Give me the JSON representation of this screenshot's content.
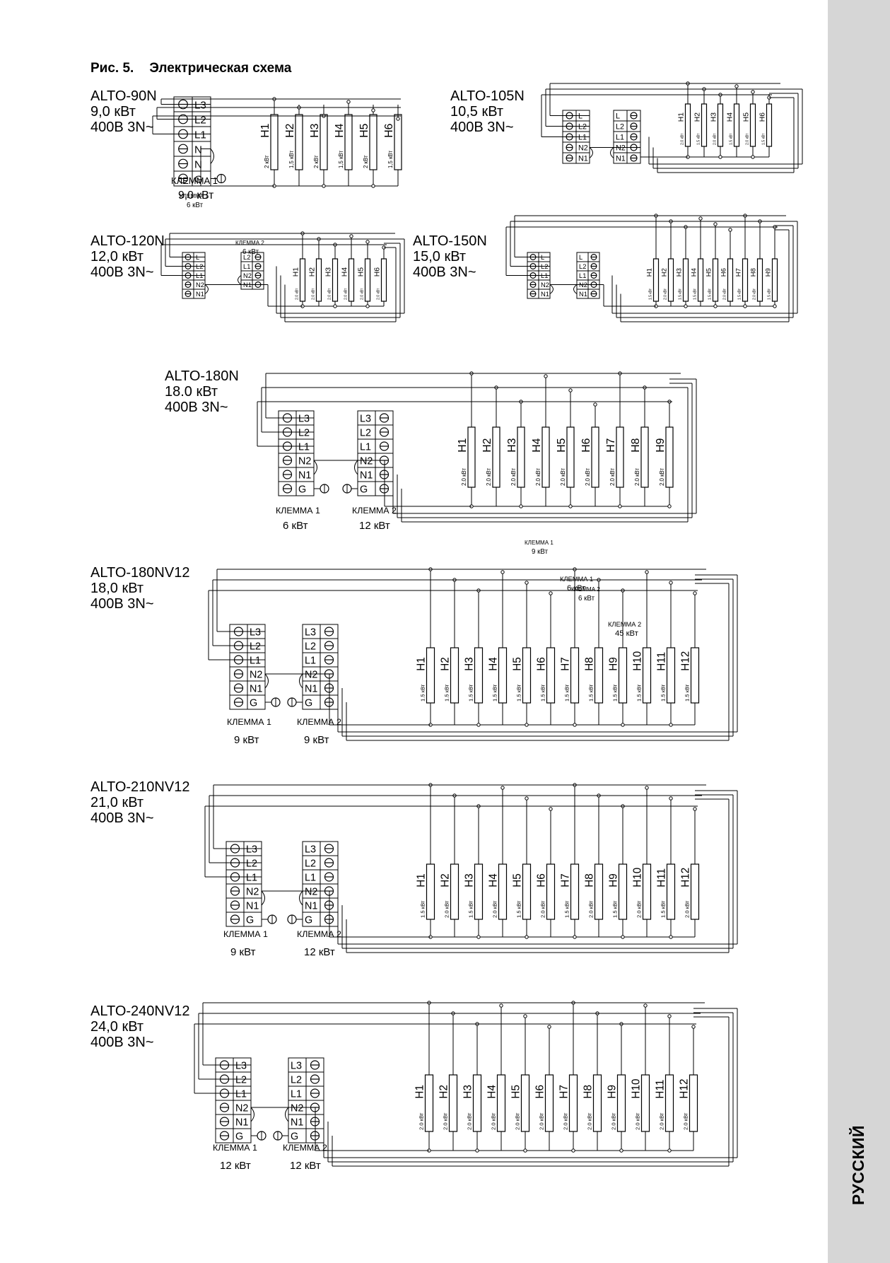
{
  "figure": {
    "number": "Рис. 5.",
    "title": "Электрическая схема"
  },
  "sidebar": {
    "language_label": "РУССКИЙ"
  },
  "schemes": [
    {
      "model": "ALTO-90N",
      "power": "9,0 кВт",
      "supply": "400В 3N~",
      "blocks": [
        {
          "terminals": [
            "L3",
            "L2",
            "L1",
            "N",
            "N",
            "G"
          ],
          "caption": "КЛЕММА 1",
          "rating": "9,0 кВт"
        }
      ],
      "heaters": [
        {
          "label": "H1",
          "rating": "2 кВт"
        },
        {
          "label": "H2",
          "rating": "1,5 кВт"
        },
        {
          "label": "H3",
          "rating": "2 кВт"
        },
        {
          "label": "H4",
          "rating": "1,5 кВт"
        },
        {
          "label": "H5",
          "rating": "2 кВт"
        },
        {
          "label": "H6",
          "rating": "1,5 кВт"
        }
      ]
    },
    {
      "model": "ALTO-105N",
      "power": "10,5 кВт",
      "supply": "400В 3N~",
      "blocks": [
        {
          "terminals": [
            "L",
            "L2",
            "L1",
            "N2",
            "N1"
          ],
          "caption": "КЛЕММА 1",
          "rating": "6 кВт"
        },
        {
          "terminals": [
            "L",
            "L2",
            "L1",
            "N2",
            "N1"
          ],
          "caption": "КЛЕММА 2",
          "rating": "45 кВт"
        }
      ],
      "heaters": [
        {
          "label": "H1",
          "rating": "2.0 кВт"
        },
        {
          "label": "H2",
          "rating": "1.5 кВт"
        },
        {
          "label": "H3",
          "rating": "2.0 кВт"
        },
        {
          "label": "H4",
          "rating": "1.5 кВт"
        },
        {
          "label": "H5",
          "rating": "2.0 кВт"
        },
        {
          "label": "H6",
          "rating": "1.5 кВт"
        }
      ]
    },
    {
      "model": "ALTO-120N",
      "power": "12,0 кВт",
      "supply": "400В 3N~",
      "blocks": [
        {
          "terminals": [
            "L",
            "L2",
            "L1",
            "N2",
            "N1"
          ],
          "caption": "КЛЕММА 1",
          "rating": "6 кВт"
        },
        {
          "terminals": [
            "L2",
            "L1",
            "N2",
            "N1"
          ],
          "caption": "КЛЕММА 2",
          "rating": "6 кВт"
        }
      ],
      "heaters": [
        {
          "label": "H1",
          "rating": "2.0 кВт"
        },
        {
          "label": "H2",
          "rating": "2.0 кВт"
        },
        {
          "label": "H3",
          "rating": "2.0 кВт"
        },
        {
          "label": "H4",
          "rating": "2.0 кВт"
        },
        {
          "label": "H5",
          "rating": "2.0 кВт"
        },
        {
          "label": "H6",
          "rating": "2.0 кВт"
        }
      ]
    },
    {
      "model": "ALTO-150N",
      "power": "15,0 кВт",
      "supply": "400В 3N~",
      "blocks": [
        {
          "terminals": [
            "L",
            "L2",
            "L1",
            "N2",
            "N1"
          ],
          "caption": "КЛЕММА 1",
          "rating": "9 кВт"
        },
        {
          "terminals": [
            "L",
            "L2",
            "L1",
            "N2",
            "N1"
          ],
          "caption": "КЛЕММА 2",
          "rating": "6 кВт"
        }
      ],
      "heaters": [
        {
          "label": "H1",
          "rating": "1.5 кВт"
        },
        {
          "label": "H2",
          "rating": "2.0 кВт"
        },
        {
          "label": "H3",
          "rating": "1.5 кВт"
        },
        {
          "label": "H4",
          "rating": "1.5 кВт"
        },
        {
          "label": "H5",
          "rating": "1.5 кВт"
        },
        {
          "label": "H6",
          "rating": "2.0 кВт"
        },
        {
          "label": "H7",
          "rating": "1.5 кВт"
        },
        {
          "label": "H8",
          "rating": "2.0 кВт"
        },
        {
          "label": "H9",
          "rating": "1.5 кВт"
        }
      ]
    },
    {
      "model": "ALTO-180N",
      "power": "18.0 кВт",
      "supply": "400В 3N~",
      "blocks": [
        {
          "terminals": [
            "L3",
            "L2",
            "L1",
            "N2",
            "N1",
            "G"
          ],
          "caption": "КЛЕММА 1",
          "rating": "6 кВт"
        },
        {
          "terminals": [
            "L3",
            "L2",
            "L1",
            "N2",
            "N1",
            "G"
          ],
          "caption": "КЛЕММА 2",
          "rating": "12 кВт"
        }
      ],
      "heaters": [
        {
          "label": "H1",
          "rating": "2.0 кВт"
        },
        {
          "label": "H2",
          "rating": "2.0 кВт"
        },
        {
          "label": "H3",
          "rating": "2.0 кВт"
        },
        {
          "label": "H4",
          "rating": "2.0 кВт"
        },
        {
          "label": "H5",
          "rating": "2.0 кВт"
        },
        {
          "label": "H6",
          "rating": "2.0 кВт"
        },
        {
          "label": "H7",
          "rating": "2.0 кВт"
        },
        {
          "label": "H8",
          "rating": "2.0 кВт"
        },
        {
          "label": "H9",
          "rating": "2.0 кВт"
        }
      ]
    },
    {
      "model": "ALTO-180NV12",
      "power": "18,0 кВт",
      "supply": "400В 3N~",
      "blocks": [
        {
          "terminals": [
            "L3",
            "L2",
            "L1",
            "N2",
            "N1",
            "G"
          ],
          "caption": "КЛЕММА 1",
          "rating": "9 кВт"
        },
        {
          "terminals": [
            "L3",
            "L2",
            "L1",
            "N2",
            "N1",
            "G"
          ],
          "caption": "КЛЕММА 2",
          "rating": "9 кВт"
        }
      ],
      "heaters": [
        {
          "label": "H1",
          "rating": "1.5 кВт"
        },
        {
          "label": "H2",
          "rating": "1.5 кВт"
        },
        {
          "label": "H3",
          "rating": "1.5 кВт"
        },
        {
          "label": "H4",
          "rating": "1.5 кВт"
        },
        {
          "label": "H5",
          "rating": "1.5 кВт"
        },
        {
          "label": "H6",
          "rating": "1.5 кВт"
        },
        {
          "label": "H7",
          "rating": "1.5 кВт"
        },
        {
          "label": "H8",
          "rating": "1.5 кВт"
        },
        {
          "label": "H9",
          "rating": "1.5 кВт"
        },
        {
          "label": "H10",
          "rating": "1.5 кВт"
        },
        {
          "label": "H11",
          "rating": "1.5 кВт"
        },
        {
          "label": "H12",
          "rating": "1.5 кВт"
        }
      ]
    },
    {
      "model": "ALTO-210NV12",
      "power": "21,0 кВт",
      "supply": "400В 3N~",
      "blocks": [
        {
          "terminals": [
            "L3",
            "L2",
            "L1",
            "N2",
            "N1",
            "G"
          ],
          "caption": "КЛЕММА 1",
          "rating": "9 кВт"
        },
        {
          "terminals": [
            "L3",
            "L2",
            "L1",
            "N2",
            "N1",
            "G"
          ],
          "caption": "КЛЕММА 2",
          "rating": "12 кВт"
        }
      ],
      "heaters": [
        {
          "label": "H1",
          "rating": "1.5 кВт"
        },
        {
          "label": "H2",
          "rating": "2.0 кВт"
        },
        {
          "label": "H3",
          "rating": "1.5 кВт"
        },
        {
          "label": "H4",
          "rating": "2.0 кВт"
        },
        {
          "label": "H5",
          "rating": "1.5 кВт"
        },
        {
          "label": "H6",
          "rating": "2.0 кВт"
        },
        {
          "label": "H7",
          "rating": "1.5 кВт"
        },
        {
          "label": "H8",
          "rating": "2.0 кВт"
        },
        {
          "label": "H9",
          "rating": "1.5 кВт"
        },
        {
          "label": "H10",
          "rating": "2.0 кВт"
        },
        {
          "label": "H11",
          "rating": "1.5 кВт"
        },
        {
          "label": "H12",
          "rating": "2.0 кВт"
        }
      ]
    },
    {
      "model": "ALTO-240NV12",
      "power": "24,0 кВт",
      "supply": "400В 3N~",
      "blocks": [
        {
          "terminals": [
            "L3",
            "L2",
            "L1",
            "N2",
            "N1",
            "G"
          ],
          "caption": "КЛЕММА 1",
          "rating": "12 кВт"
        },
        {
          "terminals": [
            "L3",
            "L2",
            "L1",
            "N2",
            "N1",
            "G"
          ],
          "caption": "КЛЕММА 2",
          "rating": "12 кВт"
        }
      ],
      "heaters": [
        {
          "label": "H1",
          "rating": "2.0 кВт"
        },
        {
          "label": "H2",
          "rating": "2.0 кВт"
        },
        {
          "label": "H3",
          "rating": "2.0 кВт"
        },
        {
          "label": "H4",
          "rating": "2.0 кВт"
        },
        {
          "label": "H5",
          "rating": "2.0 кВт"
        },
        {
          "label": "H6",
          "rating": "2.0 кВт"
        },
        {
          "label": "H7",
          "rating": "2.0 кВт"
        },
        {
          "label": "H8",
          "rating": "2.0 кВт"
        },
        {
          "label": "H9",
          "rating": "2.0 кВт"
        },
        {
          "label": "H10",
          "rating": "2.0 кВт"
        },
        {
          "label": "H11",
          "rating": "2.0 кВт"
        },
        {
          "label": "H12",
          "rating": "2.0 кВт"
        }
      ]
    }
  ]
}
